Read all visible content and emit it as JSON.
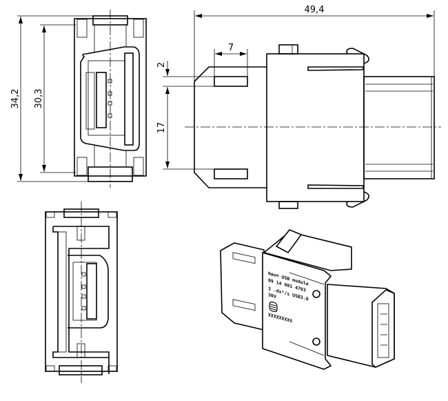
{
  "dimensions": {
    "overall_length": "49,4",
    "slot_width": "7",
    "slot_height": "2",
    "slot_spacing": "17",
    "overall_height": "34,2",
    "inner_height": "30,3"
  },
  "label": {
    "line1": "Han® USB module",
    "line2": "09 14 001 4703",
    "line3": "3 .dx²/s  USB3.0",
    "line4": "30V",
    "serial": "XXXXXXXXX"
  }
}
